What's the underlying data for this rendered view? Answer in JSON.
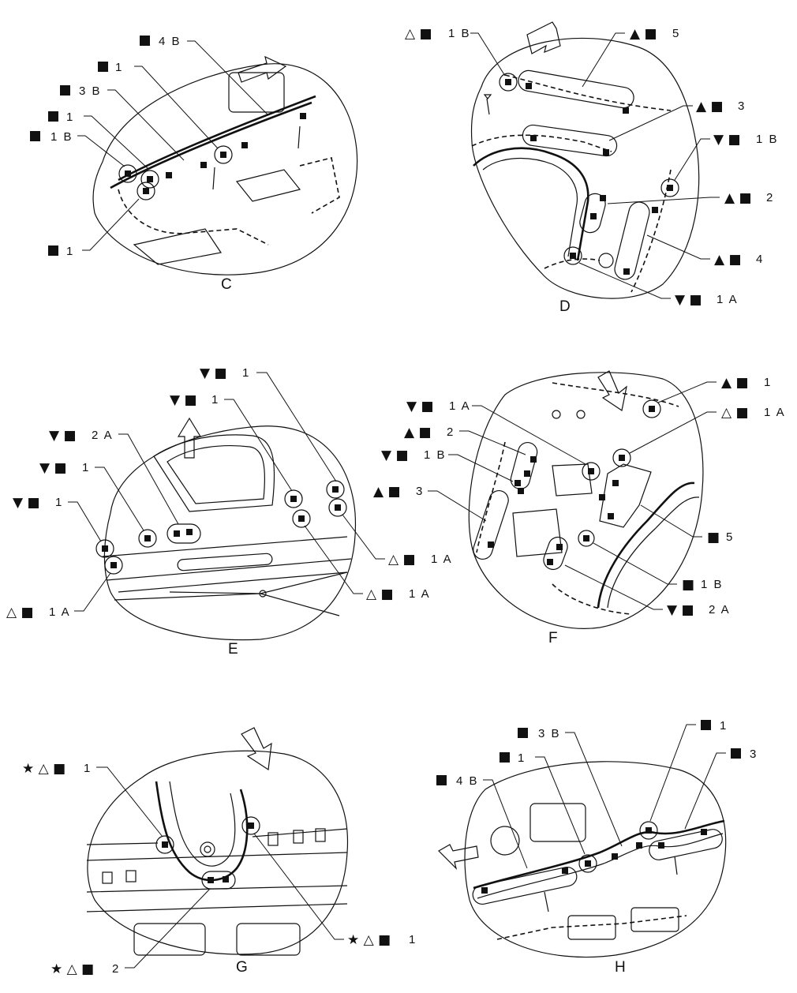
{
  "views": [
    {
      "id": "C",
      "caption": "C",
      "callouts": [
        {
          "symbols": "■",
          "text": "4 B"
        },
        {
          "symbols": "■",
          "text": "1"
        },
        {
          "symbols": "■",
          "text": "3 B"
        },
        {
          "symbols": "■",
          "text": "1"
        },
        {
          "symbols": "■",
          "text": "1 B"
        },
        {
          "symbols": "■",
          "text": "1"
        }
      ]
    },
    {
      "id": "D",
      "caption": "D",
      "callouts": [
        {
          "symbols": "△ ■",
          "text": "1 B"
        },
        {
          "symbols": "▲ ■",
          "text": "5"
        },
        {
          "symbols": "▲ ■",
          "text": "3"
        },
        {
          "symbols": "▼ ■",
          "text": "1 B"
        },
        {
          "symbols": "▲ ■",
          "text": "2"
        },
        {
          "symbols": "▲ ■",
          "text": "4"
        },
        {
          "symbols": "▼ ■",
          "text": "1 A"
        }
      ]
    },
    {
      "id": "E",
      "caption": "E",
      "callouts": [
        {
          "symbols": "▼ ■",
          "text": "1"
        },
        {
          "symbols": "▼ ■",
          "text": "1"
        },
        {
          "symbols": "▼ ■",
          "text": "2 A"
        },
        {
          "symbols": "▼ ■",
          "text": "1"
        },
        {
          "symbols": "▼ ■",
          "text": "1"
        },
        {
          "symbols": "△ ■",
          "text": "1 A"
        },
        {
          "symbols": "△ ■",
          "text": "1 A"
        },
        {
          "symbols": "△ ■",
          "text": "1 A"
        }
      ]
    },
    {
      "id": "F",
      "caption": "F",
      "callouts": [
        {
          "symbols": "▲ ■",
          "text": "1"
        },
        {
          "symbols": "▼ ■",
          "text": "1 A"
        },
        {
          "symbols": "△ ■",
          "text": "1 A"
        },
        {
          "symbols": "▲ ■",
          "text": "2"
        },
        {
          "symbols": "▼ ■",
          "text": "1 B"
        },
        {
          "symbols": "▲ ■",
          "text": "3"
        },
        {
          "symbols": "■",
          "text": "5"
        },
        {
          "symbols": "■",
          "text": "1 B"
        },
        {
          "symbols": "▼ ■",
          "text": "2 A"
        }
      ]
    },
    {
      "id": "G",
      "caption": "G",
      "callouts": [
        {
          "symbols": "★ △ ■",
          "text": "1"
        },
        {
          "symbols": "★ △ ■",
          "text": "1"
        },
        {
          "symbols": "★ △ ■",
          "text": "2"
        }
      ]
    },
    {
      "id": "H",
      "caption": "H",
      "callouts": [
        {
          "symbols": "■",
          "text": "1"
        },
        {
          "symbols": "■",
          "text": "3 B"
        },
        {
          "symbols": "■",
          "text": "3"
        },
        {
          "symbols": "■",
          "text": "1"
        },
        {
          "symbols": "■",
          "text": "4 B"
        }
      ]
    }
  ]
}
